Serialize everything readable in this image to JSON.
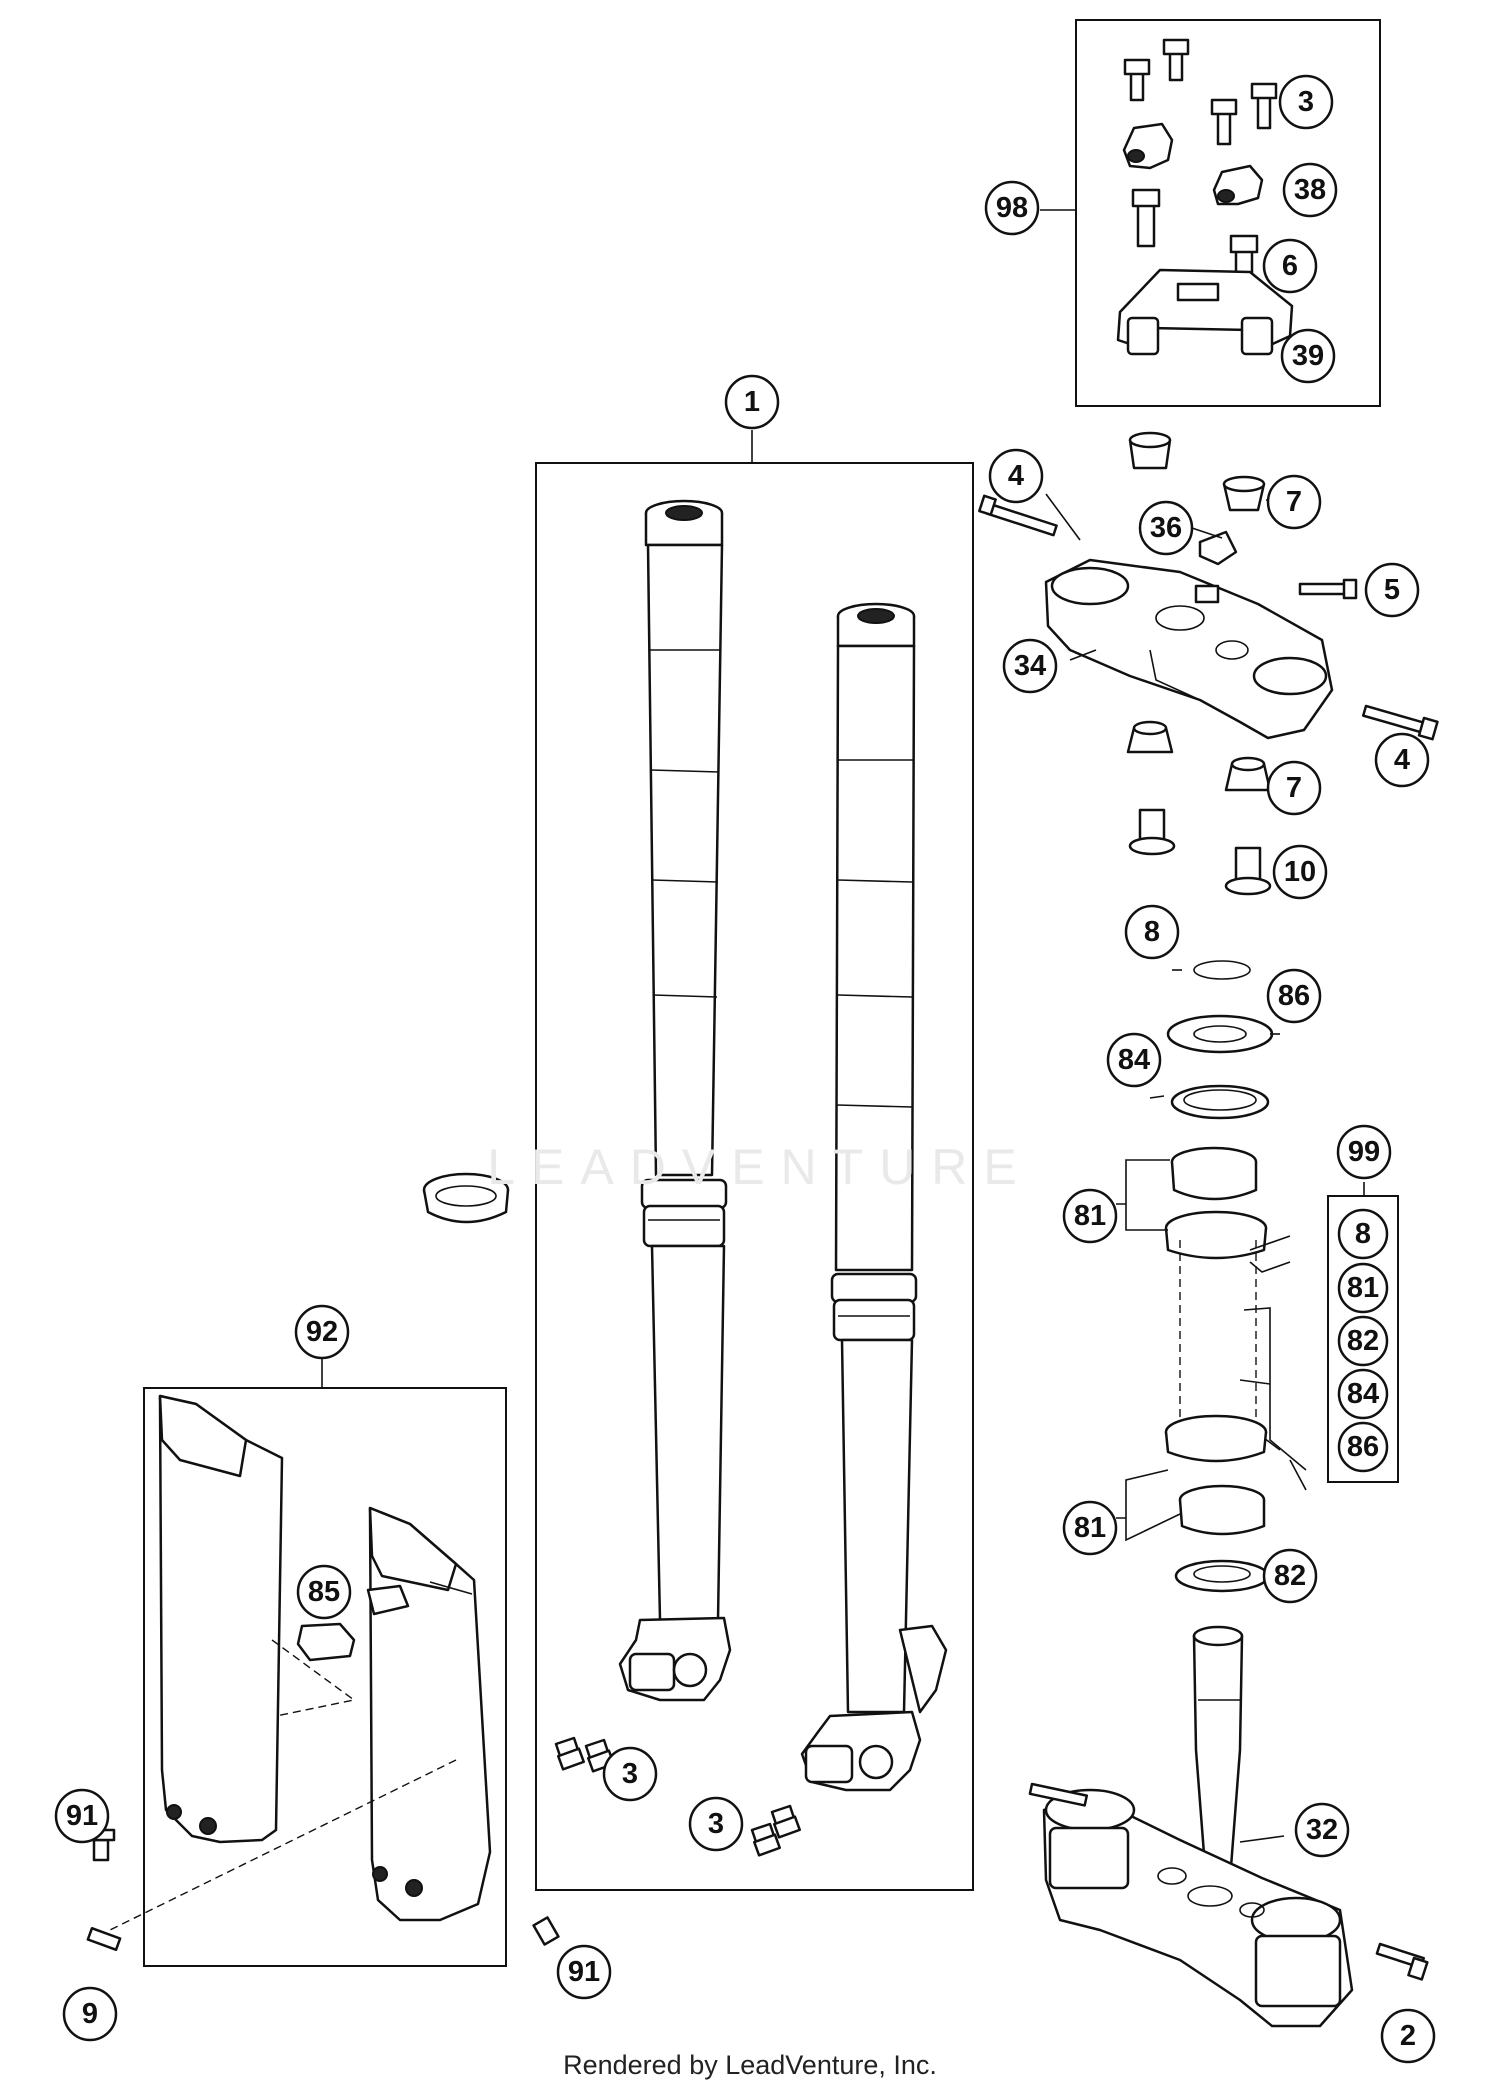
{
  "watermark": "LEADVENTURE",
  "footer": "Rendered by LeadVenture, Inc.",
  "callouts": {
    "c1": "1",
    "c2": "2",
    "c3a": "3",
    "c3b": "3",
    "c3c": "3",
    "c4a": "4",
    "c4b": "4",
    "c5": "5",
    "c6": "6",
    "c7a": "7",
    "c7b": "7",
    "c8": "8",
    "c9": "9",
    "c10": "10",
    "c32": "32",
    "c34": "34",
    "c36": "36",
    "c38": "38",
    "c39": "39",
    "c81a": "81",
    "c81b": "81",
    "c82": "82",
    "c84": "84",
    "c85": "85",
    "c86": "86",
    "c91a": "91",
    "c91b": "91",
    "c92": "92",
    "c98": "98",
    "c99": "99"
  },
  "kit99": [
    "8",
    "81",
    "82",
    "84",
    "86"
  ]
}
